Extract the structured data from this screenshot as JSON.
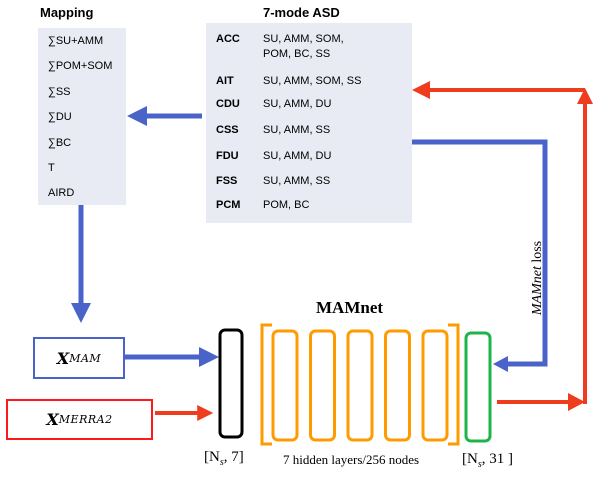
{
  "mapping": {
    "title": "Mapping",
    "items": [
      "∑SU+AMM",
      "∑POM+SOM",
      "∑SS",
      "∑DU",
      "∑BC",
      "T",
      "AIRD"
    ]
  },
  "asd": {
    "title": "7-mode ASD",
    "rows": [
      {
        "code": "ACC",
        "species": "SU, AMM, SOM, POM, BC, SS"
      },
      {
        "code": "AIT",
        "species": "SU, AMM, SOM, SS"
      },
      {
        "code": "CDU",
        "species": "SU, AMM, DU"
      },
      {
        "code": "CSS",
        "species": "SU, AMM, SS"
      },
      {
        "code": "FDU",
        "species": "SU, AMM, DU"
      },
      {
        "code": "FSS",
        "species": "SU, AMM, SS"
      },
      {
        "code": "PCM",
        "species": "POM, BC"
      }
    ]
  },
  "inputs": {
    "mam": {
      "base": "X",
      "sub": "MAM"
    },
    "merra2": {
      "base": "X",
      "sub": "MERRA2"
    }
  },
  "network": {
    "title": "MAMnet",
    "input_shape": "[N",
    "input_shape_sub": "s",
    "input_shape_tail": ", 7]",
    "hidden_label": "7 hidden layers/256 nodes",
    "hidden_layers_drawn": 5,
    "output_shape": "[N",
    "output_shape_sub": "s",
    "output_shape_tail": ", 31 ]"
  },
  "loss": {
    "label_italic": "MAMnet",
    "label_rest": " loss"
  },
  "colors": {
    "blue": "#4a63c8",
    "red": "#f03c1e",
    "orange": "#ff9b00",
    "green": "#1db54a",
    "black": "#000000",
    "panel": "#e9ebf4",
    "mam_border": "#4a63c8",
    "merra_border": "#ff1a1a"
  }
}
